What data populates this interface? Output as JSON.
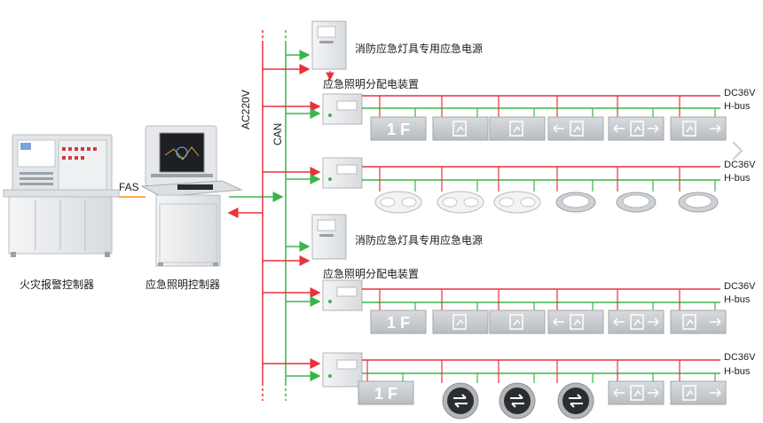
{
  "labels": {
    "fire_panel": "火灾报警控制器",
    "lighting_controller": "应急照明控制器",
    "fas": "FAS",
    "ac220v": "AC220V",
    "can": "CAN",
    "power_supply_1": "消防应急灯具专用应急电源",
    "distribution_1": "应急照明分配电装置",
    "power_supply_2": "消防应急灯具专用应急电源",
    "distribution_2": "应急照明分配电装置"
  },
  "bus_labels": {
    "r1_dc": "DC36V",
    "r1_hbus": "H-bus",
    "r2_dc": "DC36V",
    "r2_hbus": "H-bus",
    "r3_dc": "DC36V",
    "r3_hbus": "H-bus",
    "r4_dc": "DC36V",
    "r4_hbus": "H-bus"
  },
  "fixtures": {
    "row1": [
      "1F sign",
      "exit-man sign",
      "exit-man sign",
      "arrow-left-exit sign",
      "arrow-both-exit sign",
      "exit-arrow-right sign"
    ],
    "row2": [
      "ceiling lamp",
      "ceiling lamp",
      "ceiling lamp",
      "downlight",
      "downlight",
      "downlight"
    ],
    "row3": [
      "1F sign",
      "exit-man sign",
      "exit-man sign",
      "arrow-left-exit sign",
      "arrow-both-exit sign",
      "exit-arrow-right sign"
    ],
    "row4": [
      "1F sign",
      "floor round sign",
      "floor round sign",
      "floor round sign",
      "arrow-both-exit sign",
      "exit-arrow-right sign"
    ],
    "sign_text_1f": "1 F"
  },
  "colors": {
    "red_line": "#e8323c",
    "green_line": "#3ab54a",
    "orange_line": "#f7941d",
    "panel": "#e9ebee",
    "sign": "#c9ccd0"
  }
}
